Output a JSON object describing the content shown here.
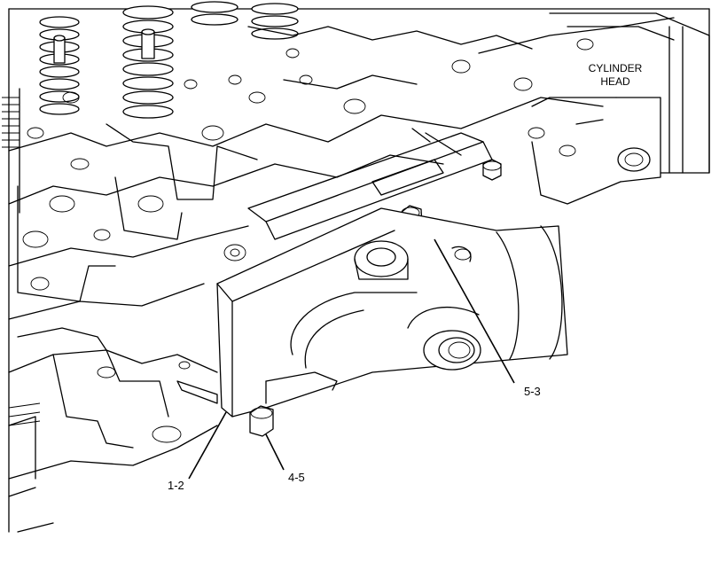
{
  "labels": {
    "cylinder_head_line1": "CYLINDER",
    "cylinder_head_line2": "HEAD"
  },
  "callouts": [
    {
      "id": "1-2",
      "text": "1-2"
    },
    {
      "id": "4-5",
      "text": "4-5"
    },
    {
      "id": "5-3",
      "text": "5-3"
    }
  ],
  "colors": {
    "line": "#000000",
    "background": "#ffffff"
  }
}
